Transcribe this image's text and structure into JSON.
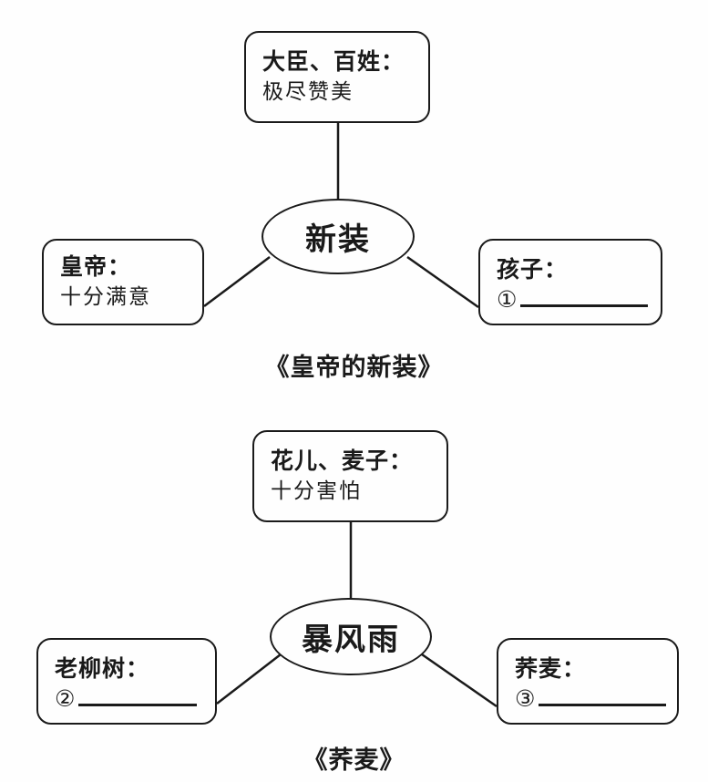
{
  "diagrams": [
    {
      "id": "diagram-1",
      "caption": "《皇帝的新装》",
      "center": {
        "label": "新装"
      },
      "top": {
        "title": "大臣、百姓：",
        "value": "极尽赞美"
      },
      "left": {
        "title": "皇帝：",
        "value": "十分满意"
      },
      "right": {
        "title": "孩子：",
        "blank_number": "①",
        "value": ""
      }
    },
    {
      "id": "diagram-2",
      "caption": "《荞麦》",
      "center": {
        "label": "暴风雨"
      },
      "top": {
        "title": "花儿、麦子：",
        "value": "十分害怕"
      },
      "left": {
        "title": "老柳树：",
        "blank_number": "②",
        "value": ""
      },
      "right": {
        "title": "荞麦：",
        "blank_number": "③",
        "value": ""
      }
    }
  ],
  "style": {
    "ink_color": "#1a1a1a",
    "paper_color": "#fefefe"
  }
}
